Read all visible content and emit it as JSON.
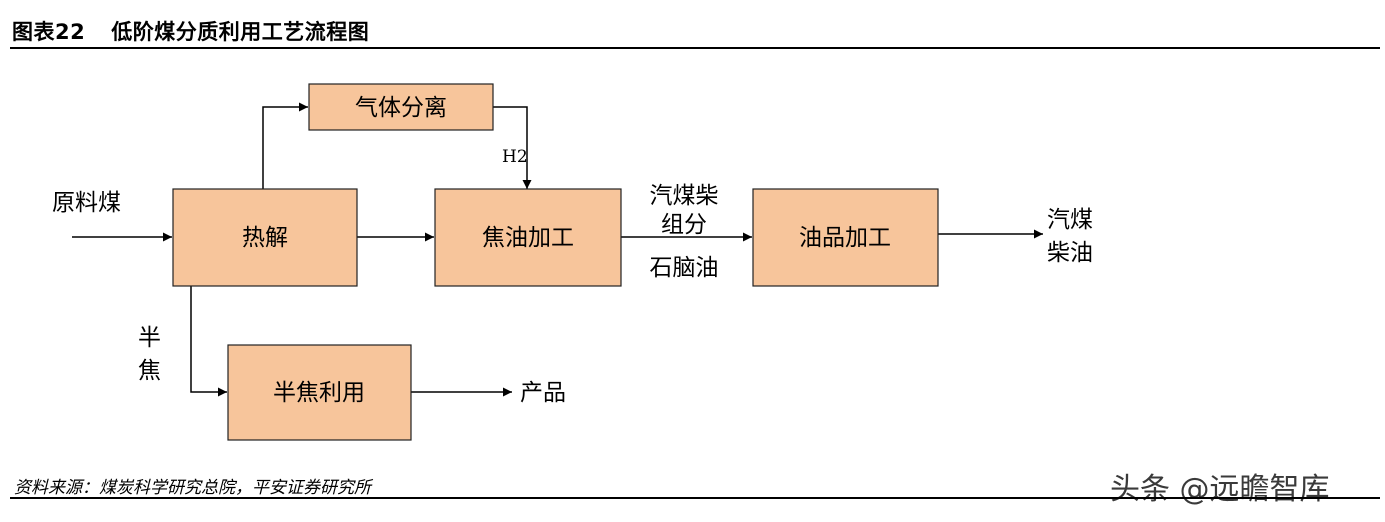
{
  "figure": {
    "number": "图表22",
    "title": "低阶煤分质利用工艺流程图"
  },
  "nodes": {
    "gas_separation": "气体分离",
    "pyrolysis": "热解",
    "tar_processing": "焦油加工",
    "oil_processing": "油品加工",
    "semicoke_utilization": "半焦利用"
  },
  "labels": {
    "raw_coal": "原料煤",
    "h2": "H2",
    "fraction_line1": "汽煤柴",
    "fraction_line2": "组分",
    "naphtha": "石脑油",
    "output_line1": "汽煤",
    "output_line2": "柴油",
    "semicoke_line1": "半",
    "semicoke_line2": "焦",
    "product": "产品"
  },
  "source": "资料来源：煤炭科学研究总院，平安证券研究所",
  "watermark": "头条 @远瞻智库",
  "colors": {
    "box_fill": "#f7c59b",
    "box_stroke": "#222222",
    "line": "#000000"
  }
}
